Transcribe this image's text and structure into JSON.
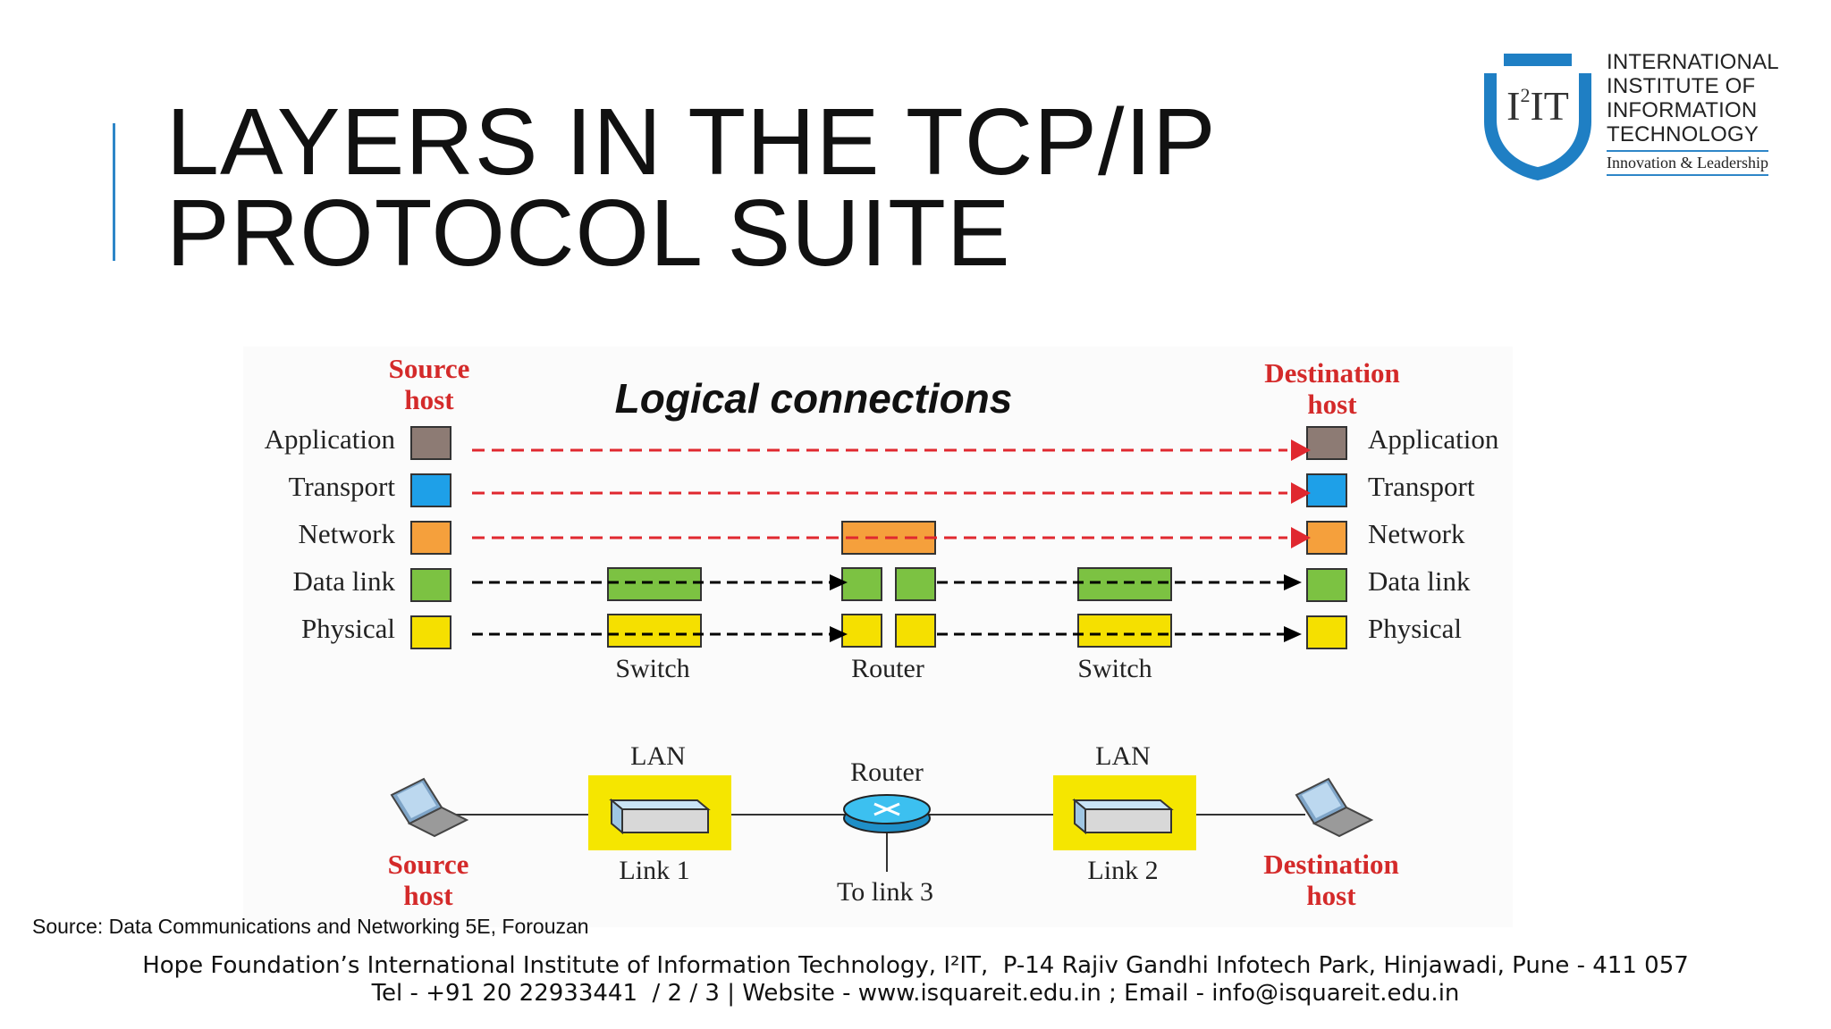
{
  "slide": {
    "title_line1": "LAYERS IN THE TCP/IP",
    "title_line2": "PROTOCOL SUITE",
    "source": "Source: Data Communications and Networking 5E, Forouzan",
    "footer_line1": "Hope Foundation’s International Institute of Information Technology, I²IT,  P-14 Rajiv Gandhi Infotech Park, Hinjawadi, Pune - 411 057",
    "footer_line2": "Tel - +91 20 22933441  / 2 / 3 | Website - www.isquareit.edu.in ; Email - info@isquareit.edu.in"
  },
  "logo": {
    "mark": "I²IT",
    "lines": [
      "INTERNATIONAL",
      "INSTITUTE OF",
      "INFORMATION",
      "TECHNOLOGY"
    ],
    "tagline": "Innovation & Leadership",
    "colors": {
      "blue": "#1f7fc4",
      "gray": "#555555"
    }
  },
  "diagram": {
    "heading": "Logical connections",
    "source_label": [
      "Source",
      "host"
    ],
    "destination_label": [
      "Destination",
      "host"
    ],
    "layers": [
      {
        "name": "Application",
        "color": "#8d7b74"
      },
      {
        "name": "Transport",
        "color": "#1ea0e8"
      },
      {
        "name": "Network",
        "color": "#f5a03c"
      },
      {
        "name": "Data link",
        "color": "#7cc242"
      },
      {
        "name": "Physical",
        "color": "#f5e000"
      }
    ],
    "device_labels": {
      "switch1": "Switch",
      "router": "Router",
      "switch2": "Switch"
    },
    "bottom": {
      "lan1": "LAN",
      "lan2": "LAN",
      "router": "Router",
      "link1": "Link 1",
      "link2": "Link 2",
      "to_link3": "To link 3"
    },
    "colors": {
      "red_label": "#d42a2a",
      "logical_arrow": "#e0282f",
      "physical_arrow": "#000000",
      "lan_highlight": "#f5e600"
    }
  }
}
